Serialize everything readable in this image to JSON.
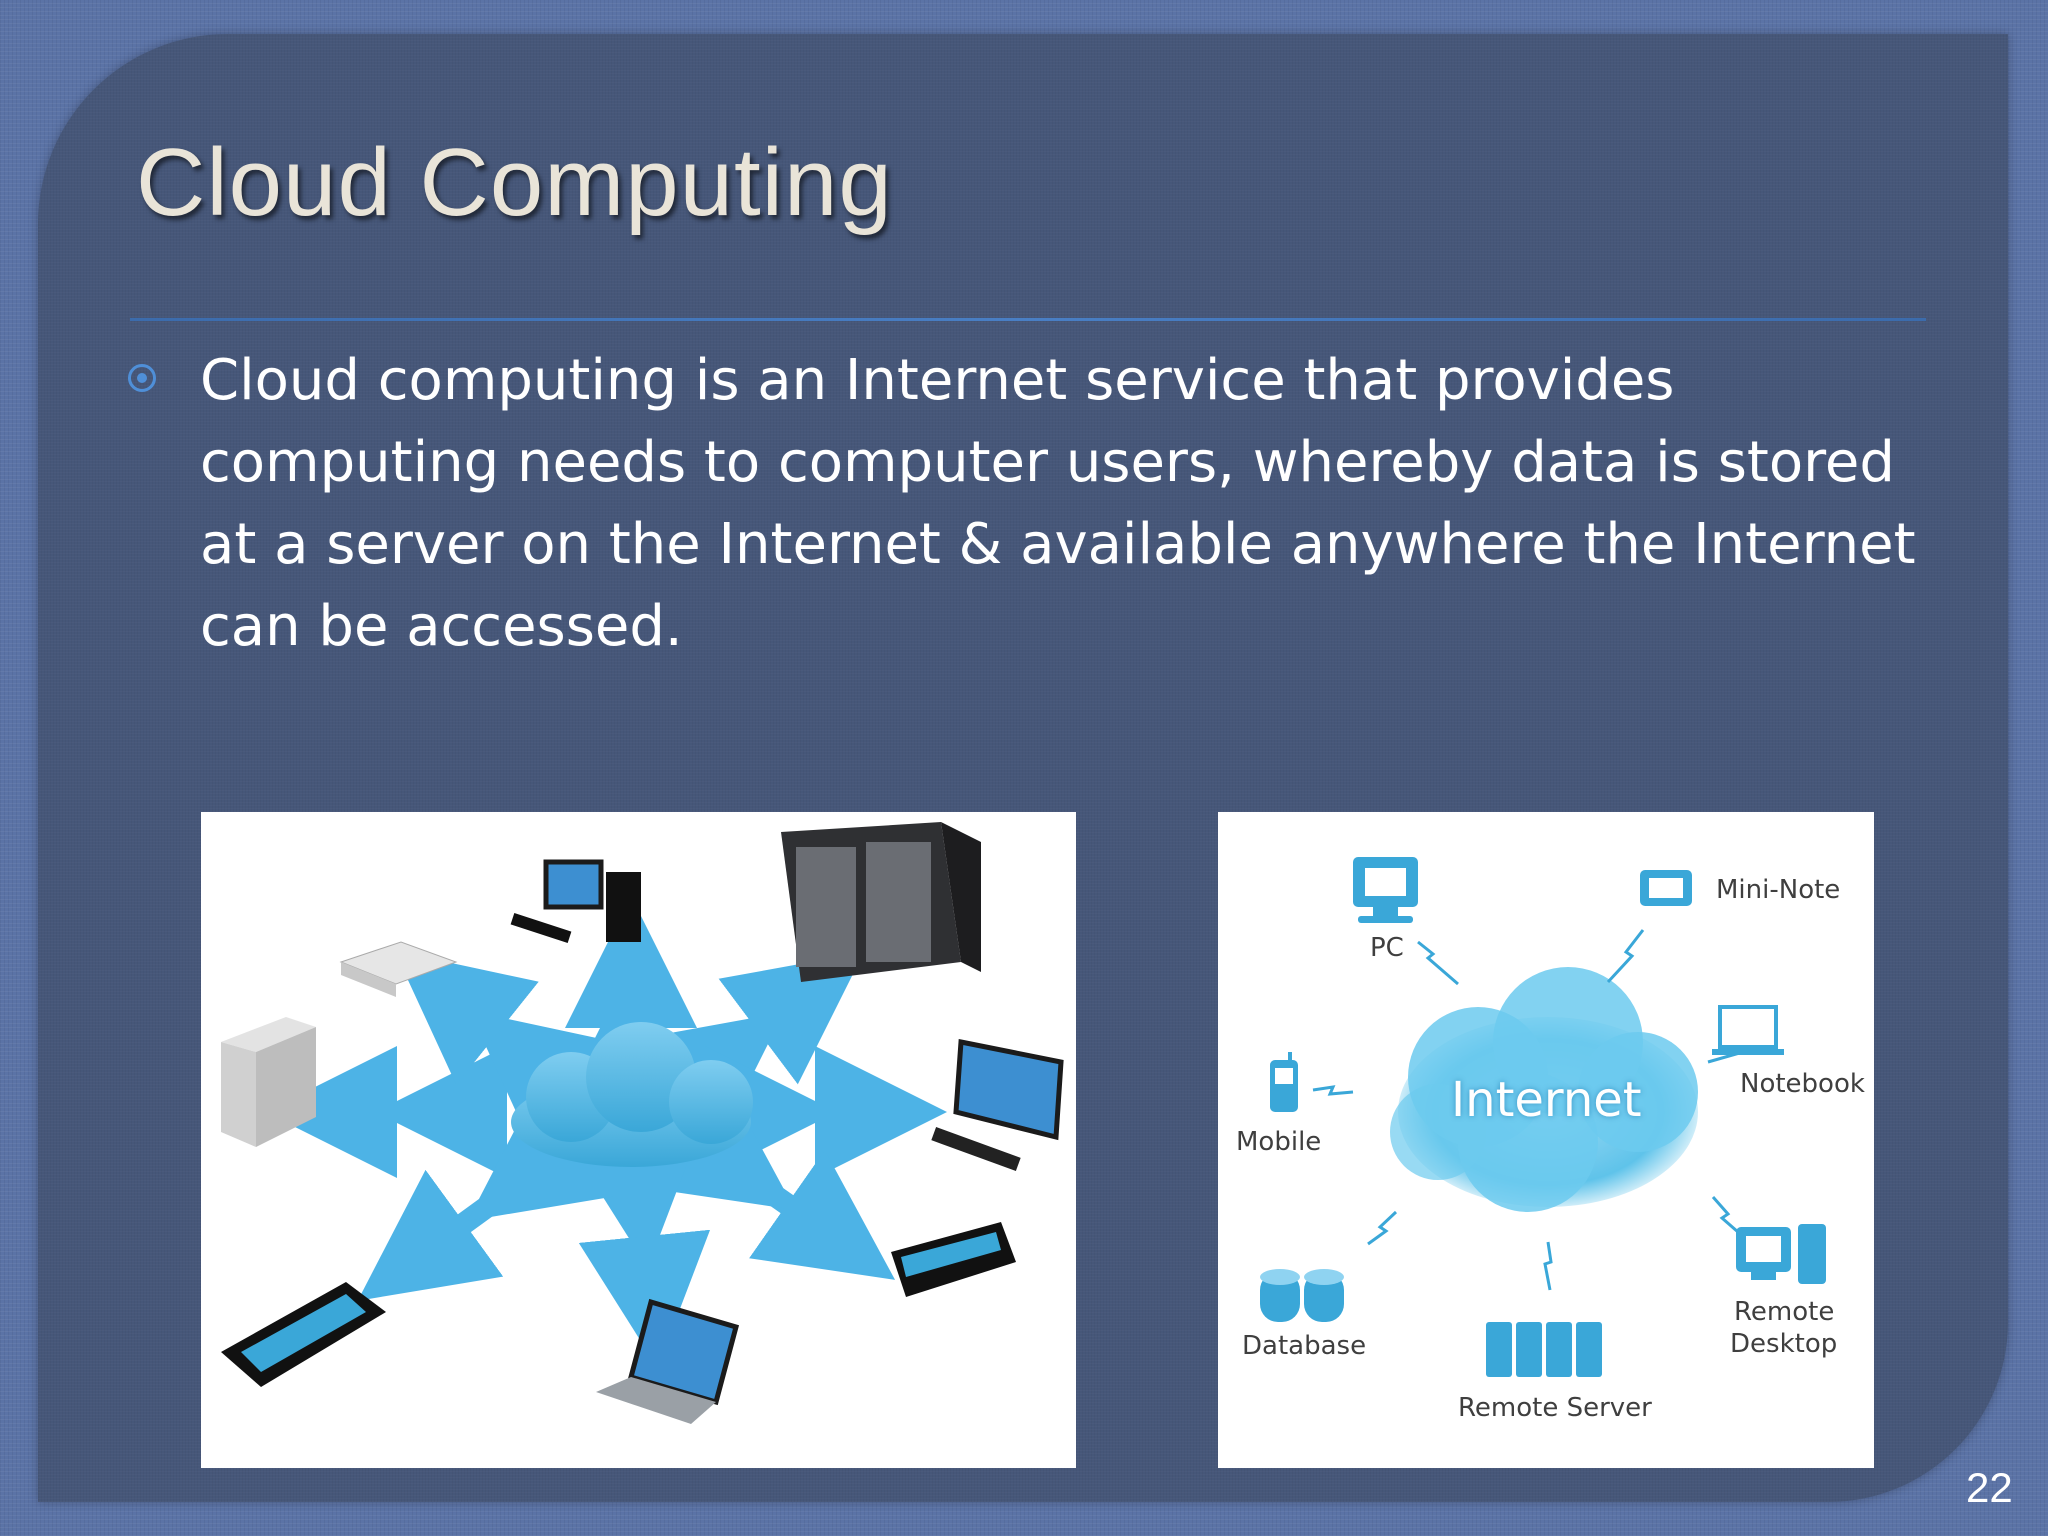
{
  "slide": {
    "title": "Cloud Computing",
    "bullet": "Cloud computing is an Internet service that provides computing needs to computer users, whereby data is stored at a server on the Internet & available anywhere the Internet can be accessed.",
    "page_number": "22"
  },
  "diagram": {
    "cloud_label": "Internet",
    "labels": {
      "pc": "PC",
      "mini_note": "Mini-Note",
      "notebook": "Notebook",
      "mobile": "Mobile",
      "remote_desktop_line1": "Remote",
      "remote_desktop_line2": "Desktop",
      "database": "Database",
      "remote_server": "Remote Server"
    }
  },
  "colors": {
    "background": "#5b73a6",
    "panel": "#465779",
    "accent": "#4f8fd8",
    "title_text": "#e9e4d8",
    "body_text": "#ffffff",
    "icon_blue": "#3aa7d8"
  }
}
